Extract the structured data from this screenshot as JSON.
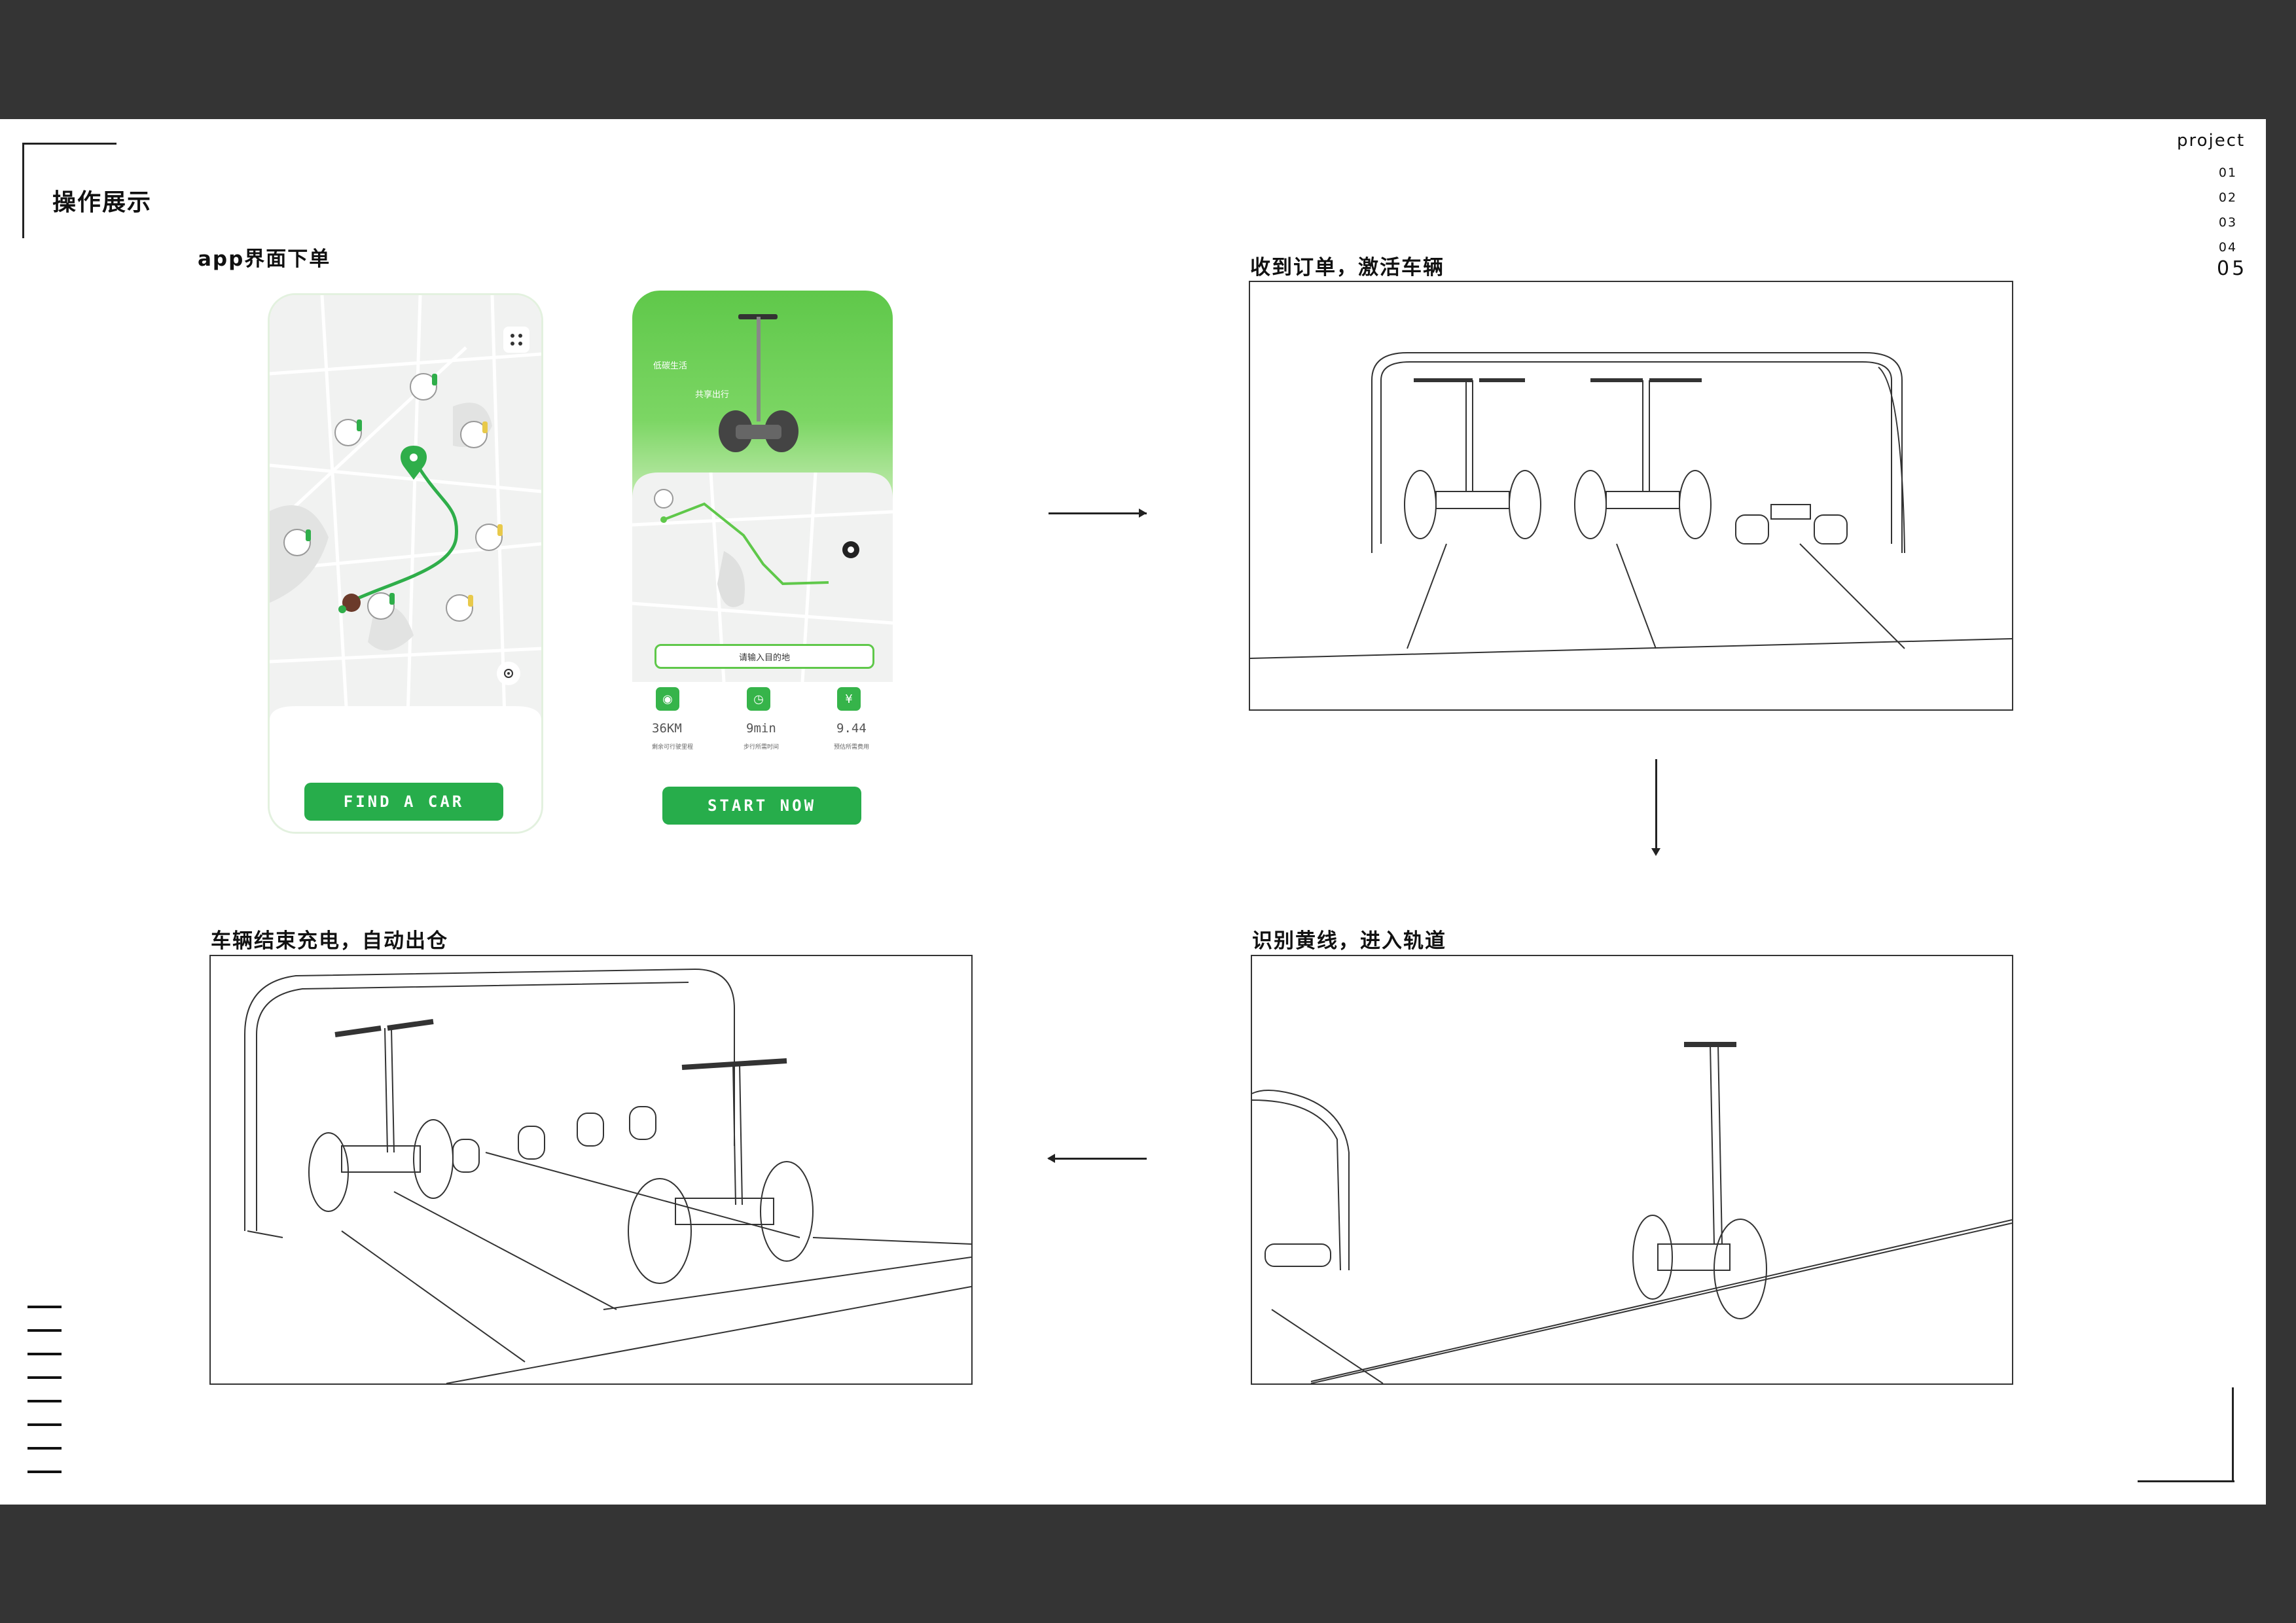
{
  "page": {
    "heading": "操作展示",
    "project_label": "project",
    "project_numbers": [
      "01",
      "02",
      "03",
      "04"
    ],
    "current_page": "05"
  },
  "sections": {
    "app_order": "app界面下单",
    "receive_order": "收到订单，激活车辆",
    "recognize_line": "识别黄线，进入轨道",
    "charging_done": "车辆结束充电，自动出仓"
  },
  "phone_map": {
    "button_label": "FIND A CAR"
  },
  "phone_route": {
    "slogan_1": "低碳生活",
    "slogan_2": "共享出行",
    "destination_placeholder": "请输入目的地",
    "stats": [
      {
        "icon": "location-pin-icon",
        "value": "36KM",
        "caption": "剩余可行驶里程"
      },
      {
        "icon": "clock-icon",
        "value": "9min",
        "caption": "步行所需时间"
      },
      {
        "icon": "yuan-icon",
        "value": "9.44",
        "caption": "预估所需费用"
      }
    ],
    "button_label": "START NOW"
  },
  "colors": {
    "brand_green": "#27ad4b",
    "light_green": "#6fcf57",
    "background_dark": "#343434"
  }
}
